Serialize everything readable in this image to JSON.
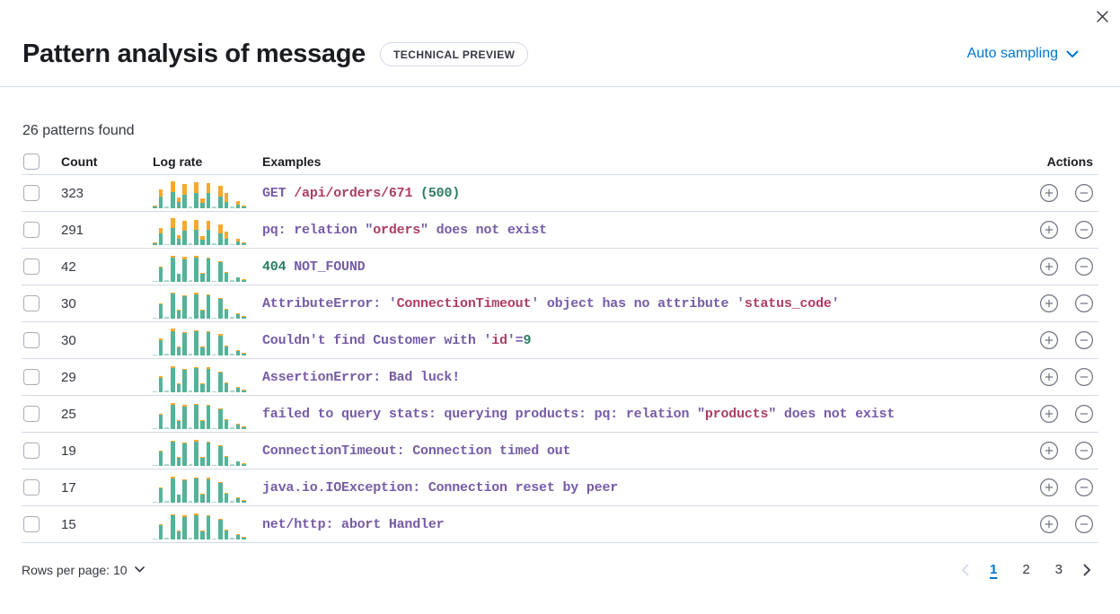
{
  "header": {
    "title": "Pattern analysis of message",
    "badge": "TECHNICAL PREVIEW",
    "sampling_label": "Auto sampling"
  },
  "summary": "26 patterns found",
  "table": {
    "columns": {
      "count": "Count",
      "log_rate": "Log rate",
      "examples": "Examples",
      "actions": "Actions"
    },
    "rows": [
      {
        "count": "323",
        "tokens": [
          [
            "GET ",
            "purple"
          ],
          [
            "/api/orders/671",
            "red"
          ],
          [
            " (500)",
            "green"
          ]
        ],
        "teal": [
          2,
          13,
          2,
          18,
          7,
          15,
          2,
          17,
          6,
          17,
          2,
          13,
          7,
          2,
          4,
          2
        ],
        "orange": [
          1,
          8,
          0,
          12,
          5,
          12,
          0,
          12,
          5,
          11,
          0,
          12,
          10,
          0,
          4,
          1
        ]
      },
      {
        "count": "291",
        "tokens": [
          [
            "pq: relation \"",
            "purple"
          ],
          [
            "orders",
            "red"
          ],
          [
            "\" does not exist",
            "purple"
          ]
        ],
        "teal": [
          2,
          13,
          1,
          19,
          7,
          16,
          2,
          17,
          6,
          17,
          2,
          13,
          7,
          1,
          4,
          2
        ],
        "orange": [
          1,
          6,
          0,
          11,
          4,
          11,
          0,
          11,
          4,
          10,
          0,
          10,
          8,
          0,
          3,
          1
        ]
      },
      {
        "count": "42",
        "tokens": [
          [
            "404",
            "green"
          ],
          [
            " NOT_FOUND",
            "purple"
          ]
        ],
        "teal": [
          1,
          16,
          2,
          27,
          9,
          25,
          2,
          27,
          9,
          26,
          1,
          22,
          10,
          2,
          5,
          2
        ],
        "orange": [
          0,
          1,
          0,
          2,
          0,
          3,
          0,
          2,
          1,
          1,
          0,
          1,
          1,
          0,
          0,
          1
        ]
      },
      {
        "count": "30",
        "tokens": [
          [
            "AttributeError: '",
            "purple"
          ],
          [
            "ConnectionTimeout",
            "red"
          ],
          [
            "' object has no attribute '",
            "purple"
          ],
          [
            "status_code",
            "red"
          ],
          [
            "'",
            "purple"
          ]
        ],
        "teal": [
          1,
          16,
          2,
          28,
          9,
          25,
          2,
          27,
          9,
          26,
          1,
          22,
          10,
          2,
          5,
          2
        ],
        "orange": [
          0,
          1,
          0,
          1,
          1,
          1,
          0,
          2,
          1,
          1,
          0,
          1,
          1,
          0,
          1,
          1
        ]
      },
      {
        "count": "30",
        "tokens": [
          [
            "Couldn't find Customer with '",
            "purple"
          ],
          [
            "id",
            "red"
          ],
          [
            "'=",
            "purple"
          ],
          [
            "9",
            "green"
          ]
        ],
        "teal": [
          1,
          17,
          2,
          27,
          9,
          25,
          2,
          27,
          9,
          26,
          1,
          22,
          10,
          2,
          5,
          2
        ],
        "orange": [
          0,
          2,
          0,
          3,
          1,
          1,
          0,
          1,
          1,
          1,
          0,
          2,
          1,
          0,
          1,
          1
        ]
      },
      {
        "count": "29",
        "tokens": [
          [
            "AssertionError: Bad luck!",
            "purple"
          ]
        ],
        "teal": [
          1,
          16,
          2,
          27,
          9,
          25,
          2,
          27,
          9,
          26,
          1,
          22,
          10,
          2,
          5,
          2
        ],
        "orange": [
          0,
          2,
          0,
          2,
          1,
          1,
          0,
          1,
          1,
          2,
          0,
          1,
          1,
          0,
          1,
          1
        ]
      },
      {
        "count": "25",
        "tokens": [
          [
            "failed to query stats: querying products: pq: relation \"",
            "purple"
          ],
          [
            "products",
            "red"
          ],
          [
            "\" does not exist",
            "purple"
          ]
        ],
        "teal": [
          1,
          16,
          2,
          27,
          9,
          25,
          2,
          27,
          9,
          26,
          1,
          22,
          10,
          2,
          5,
          2
        ],
        "orange": [
          0,
          1,
          0,
          2,
          1,
          2,
          0,
          1,
          1,
          1,
          0,
          1,
          1,
          0,
          1,
          1
        ]
      },
      {
        "count": "19",
        "tokens": [
          [
            "ConnectionTimeout: Connection timed out",
            "purple"
          ]
        ],
        "teal": [
          1,
          16,
          2,
          27,
          9,
          25,
          2,
          27,
          9,
          26,
          1,
          22,
          10,
          2,
          5,
          2
        ],
        "orange": [
          0,
          1,
          0,
          1,
          1,
          1,
          0,
          2,
          1,
          1,
          0,
          1,
          1,
          0,
          0,
          1
        ]
      },
      {
        "count": "17",
        "tokens": [
          [
            "java.io.IOException: Connection reset by peer",
            "purple"
          ]
        ],
        "teal": [
          1,
          16,
          2,
          27,
          9,
          25,
          2,
          27,
          9,
          26,
          1,
          22,
          10,
          2,
          5,
          2
        ],
        "orange": [
          0,
          1,
          0,
          2,
          0,
          1,
          0,
          1,
          1,
          2,
          0,
          1,
          1,
          0,
          1,
          1
        ]
      },
      {
        "count": "15",
        "tokens": [
          [
            "net/http: abort Handler",
            "purple"
          ]
        ],
        "teal": [
          1,
          16,
          2,
          27,
          9,
          25,
          2,
          27,
          9,
          26,
          1,
          22,
          10,
          2,
          5,
          2
        ],
        "orange": [
          0,
          1,
          0,
          1,
          1,
          2,
          0,
          2,
          1,
          1,
          0,
          1,
          1,
          0,
          1,
          1
        ]
      }
    ]
  },
  "footer": {
    "rows_per_page": "Rows per page: 10",
    "pages": [
      "1",
      "2",
      "3"
    ],
    "active_page": "1"
  },
  "colors": {
    "accent_blue": "#0077cc",
    "token_purple": "#765ba7",
    "token_red": "#ad3c64",
    "token_green": "#2e7d64",
    "bar_teal": "#54b399",
    "bar_teal_faint": "#abd8c9",
    "bar_orange": "#fba82c",
    "border": "#d3dae6",
    "text": "#343741",
    "icon_gray": "#6e737e"
  }
}
